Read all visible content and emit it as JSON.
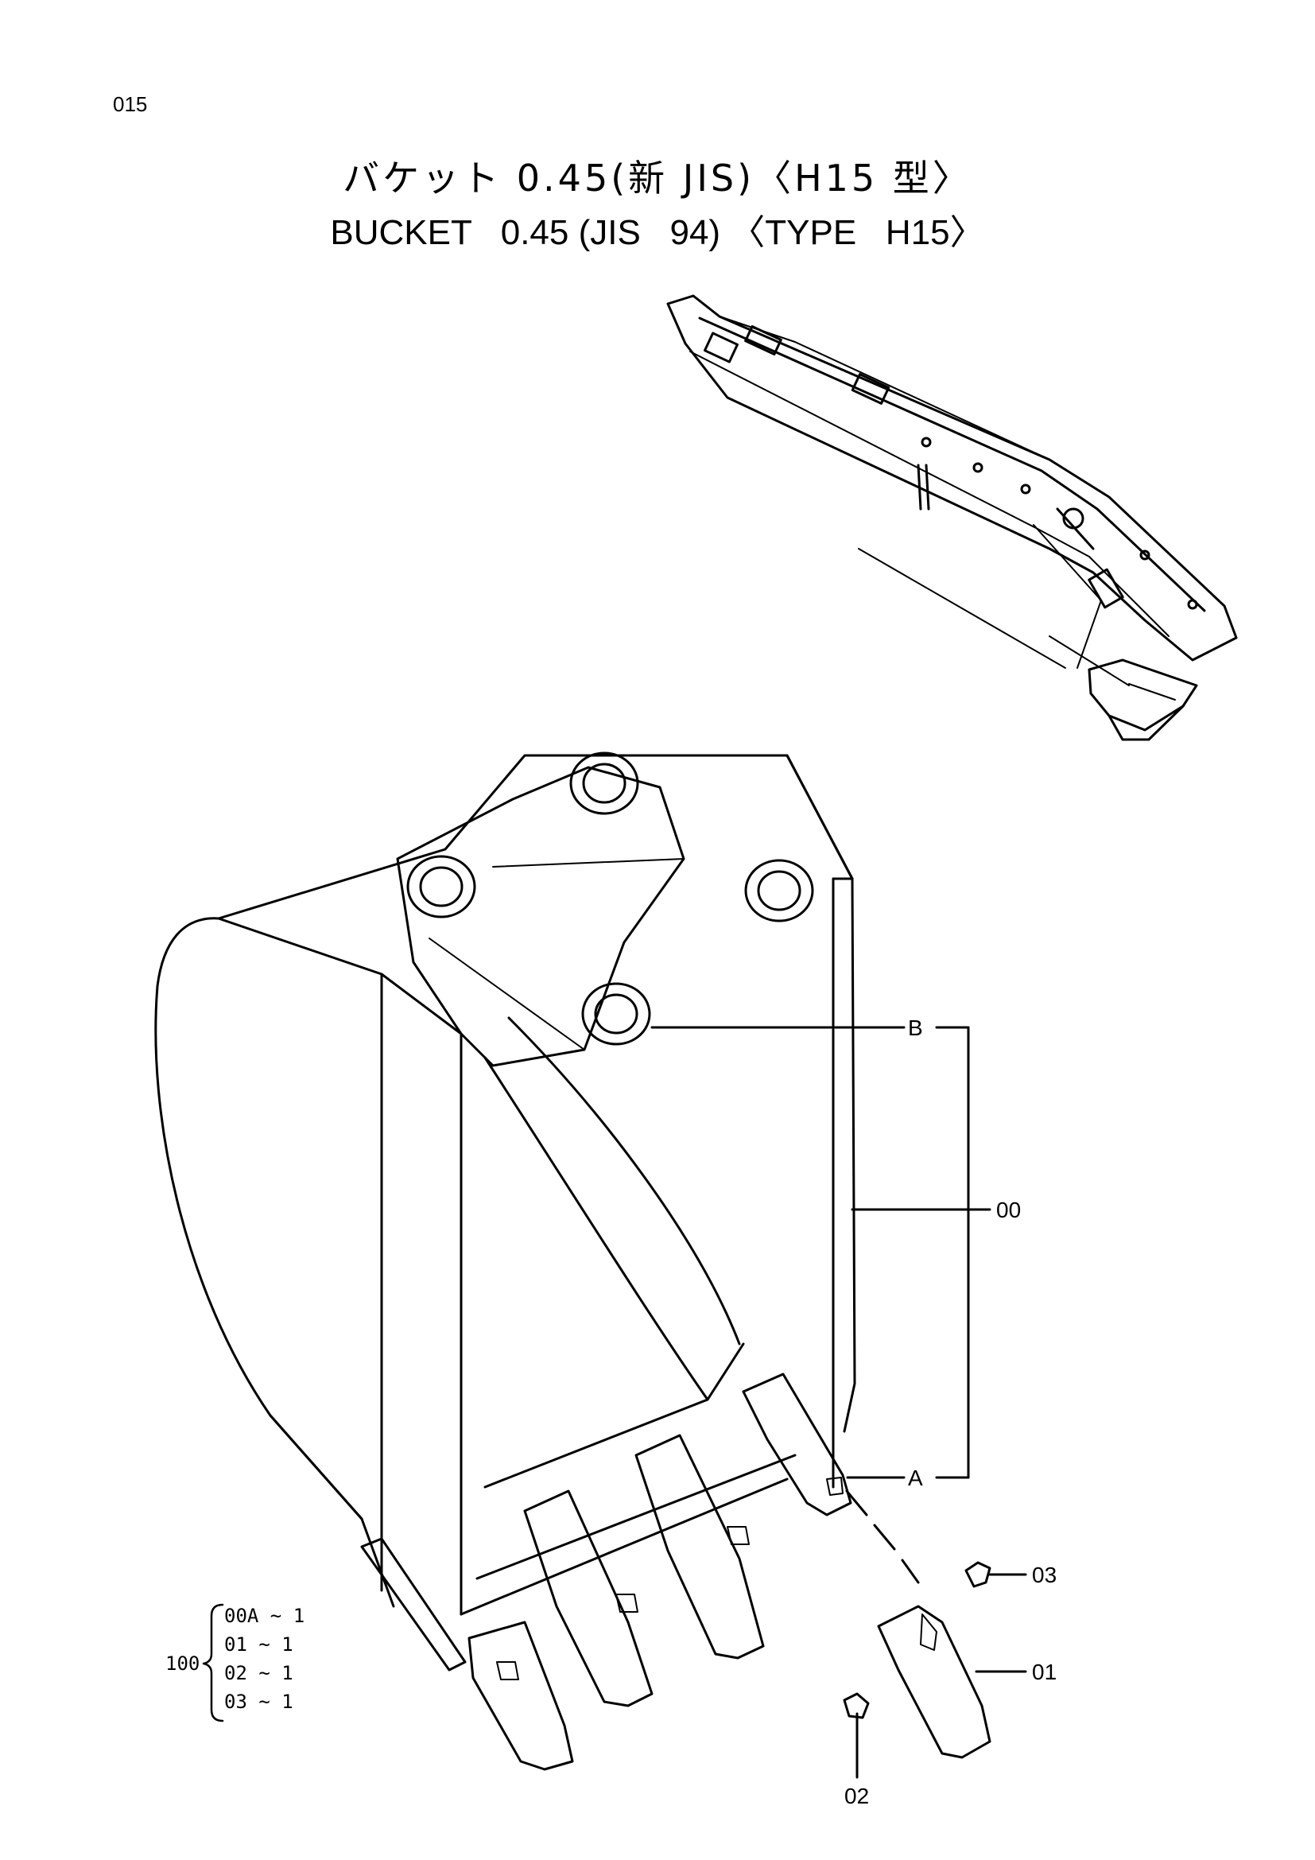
{
  "page_number": "015",
  "title_ja": "バケット 0.45(新 JIS)〈H15 型〉",
  "title_en": "BUCKET   0.45 (JIS   94) 〈TYPE   H15〉",
  "callouts": {
    "b": "B",
    "a": "A",
    "p00": "00",
    "p01": "01",
    "p02": "02",
    "p03": "03"
  },
  "assembly": {
    "code": "100",
    "items": [
      "00A ~ 1",
      "01  ~ 1",
      "02  ~ 1",
      "03  ~ 1"
    ]
  }
}
